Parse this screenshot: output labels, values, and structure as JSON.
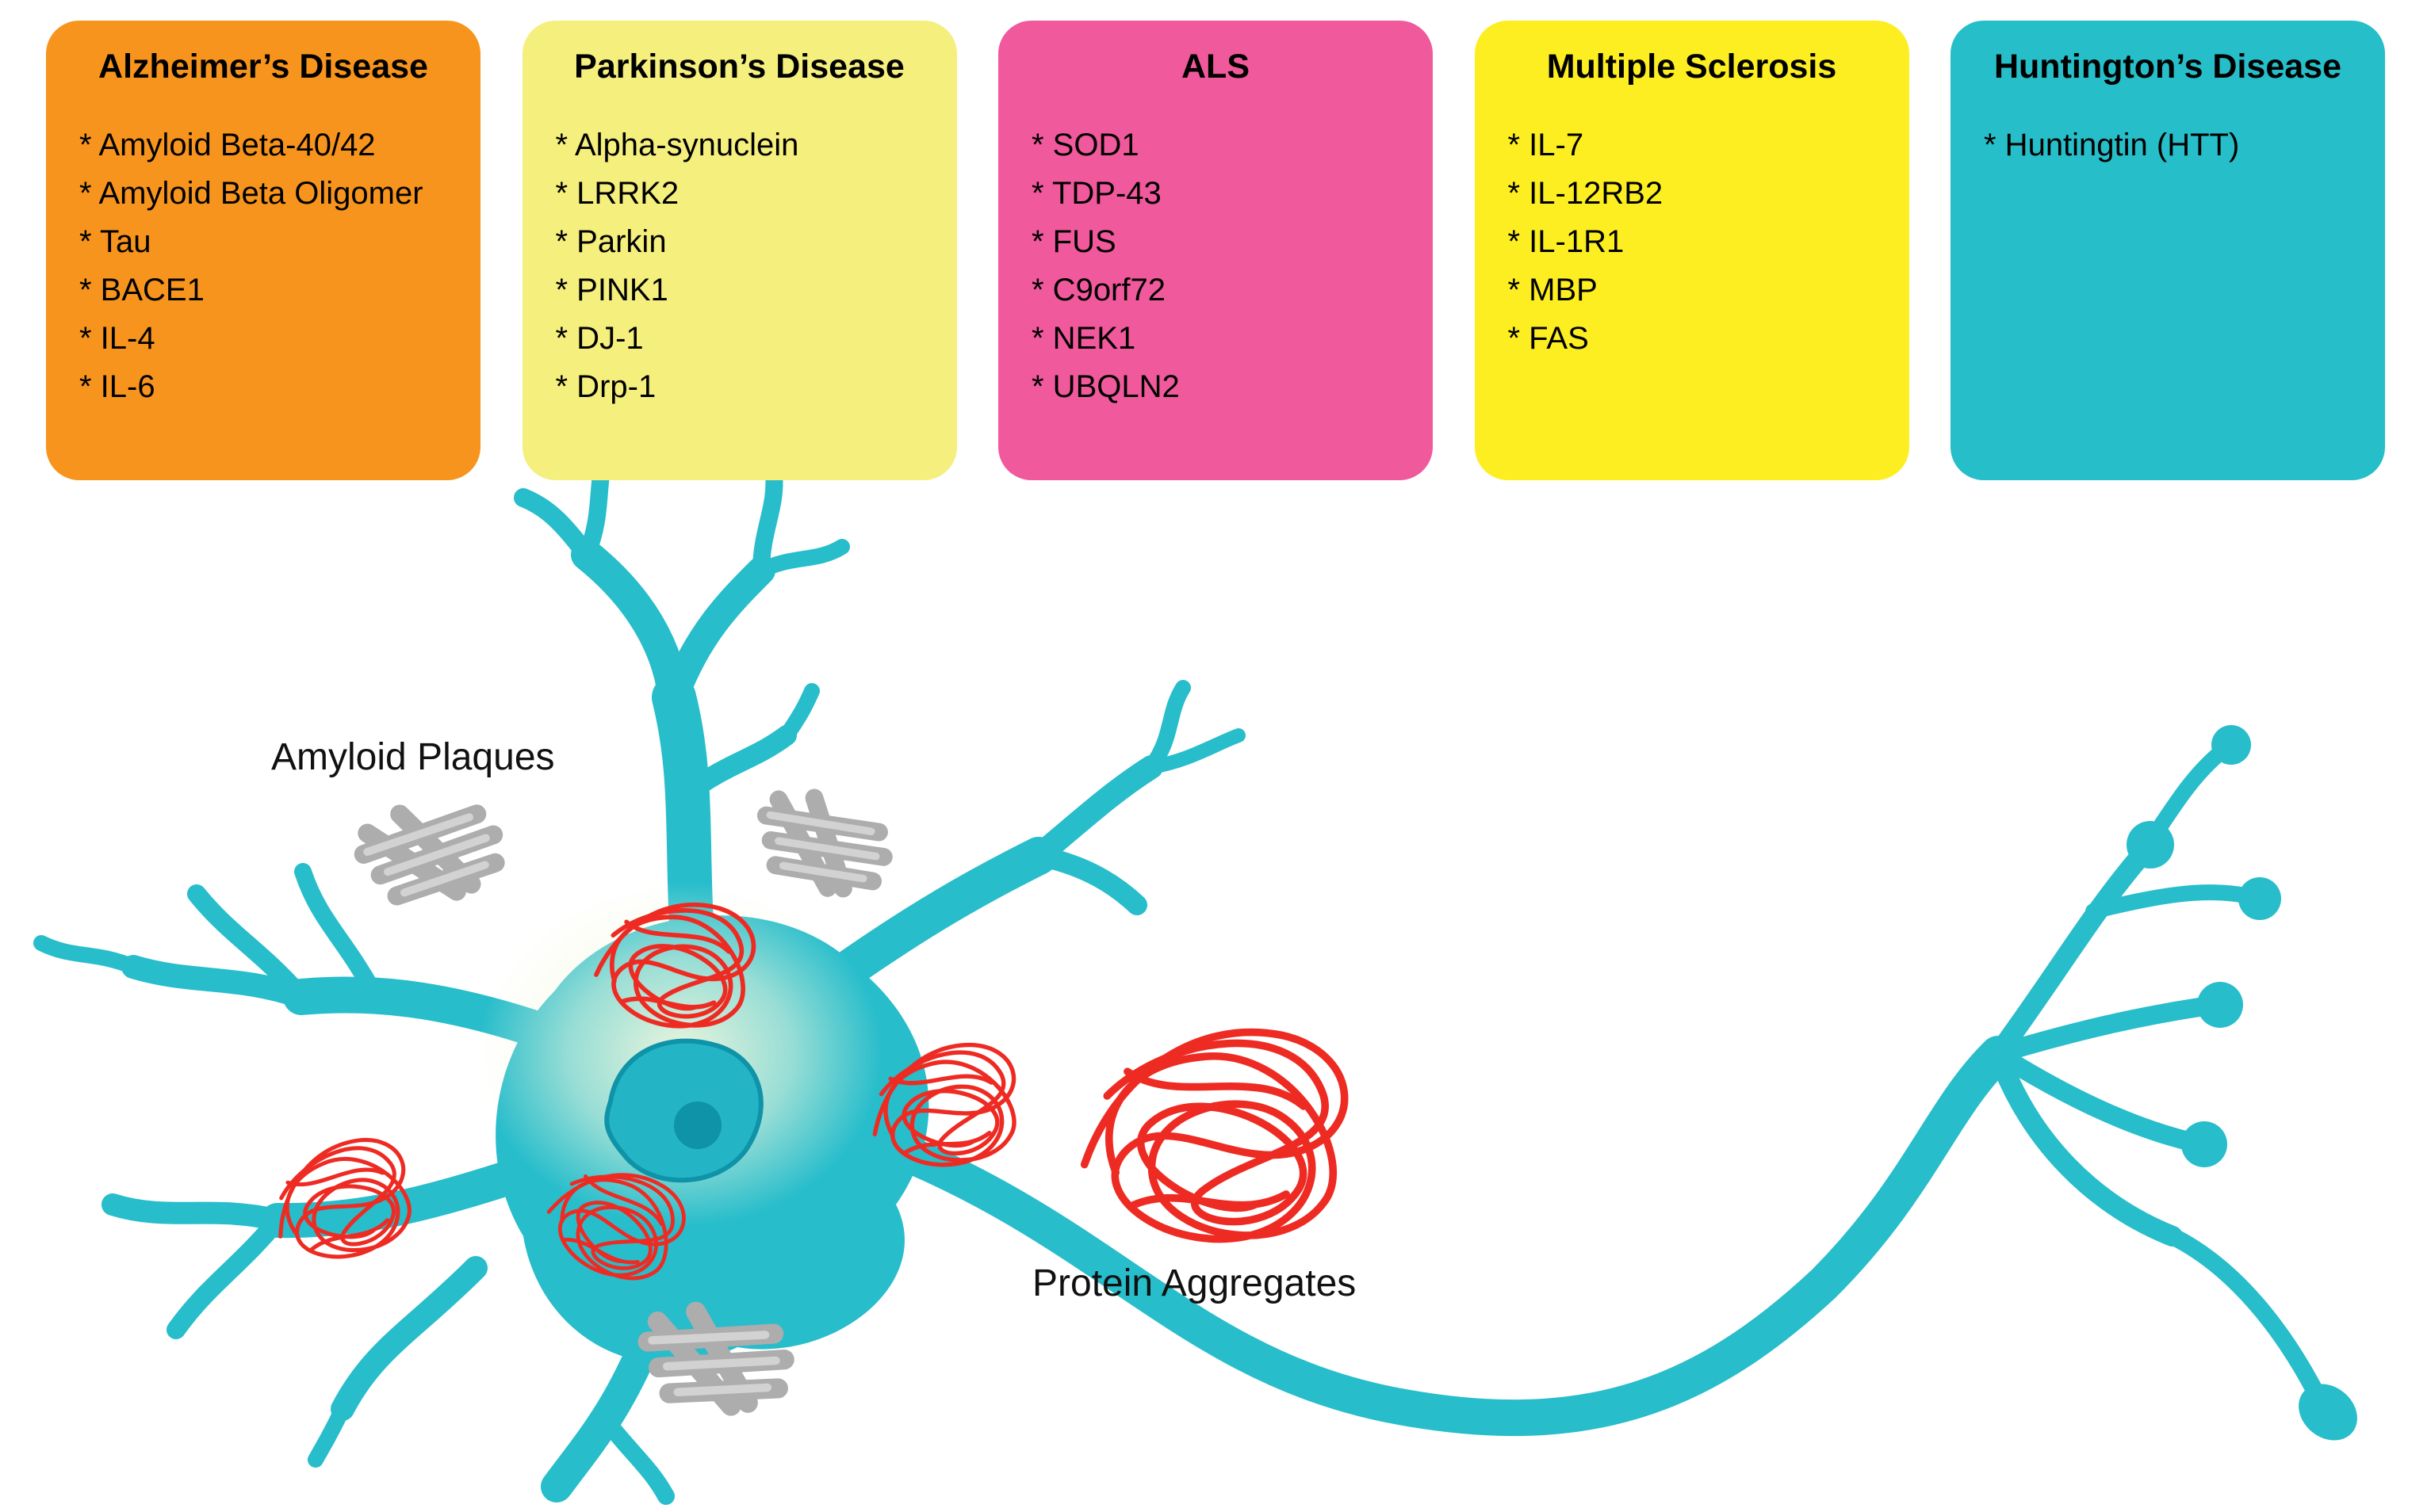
{
  "figure": {
    "background": "#FFFFFF",
    "boxes": [
      {
        "title": "Alzheimer’s Disease",
        "color": "#F7941D",
        "bullet": "*",
        "items": [
          "Amyloid Beta-40/42",
          "Amyloid Beta Oligomer",
          "Tau",
          "BACE1",
          "IL-4",
          "IL-6"
        ]
      },
      {
        "title": "Parkinson’s Disease",
        "color": "#F5EF7E",
        "bullet": "*",
        "items": [
          "Alpha-synuclein",
          "LRRK2",
          "Parkin",
          "PINK1",
          "DJ-1",
          "Drp-1"
        ]
      },
      {
        "title": "ALS",
        "color": "#F0599C",
        "bullet": "*",
        "items": [
          "SOD1",
          "TDP-43",
          "FUS",
          "C9orf72",
          "NEK1",
          "UBQLN2"
        ]
      },
      {
        "title": "Multiple Sclerosis",
        "color": "#FDEE21",
        "bullet": "*",
        "items": [
          "IL-7",
          "IL-12RB2",
          "IL-1R1",
          "MBP",
          "FAS"
        ]
      },
      {
        "title": "Huntington’s Disease",
        "color": "#26BEC9",
        "bullet": "*",
        "items": [
          "Huntingtin (HTT)"
        ]
      }
    ],
    "labels": {
      "amyloid_plaques": "Amyloid Plaques",
      "protein_aggregates": "Protein Aggregates"
    },
    "colors": {
      "neuron": "#27BDCB",
      "nucleus_dark": "#0E93A8",
      "aggregate_red": "#EE2B23",
      "plaque_gray": "#ADADAD",
      "plaque_light": "#D2D2D2",
      "text": "#000000"
    }
  }
}
